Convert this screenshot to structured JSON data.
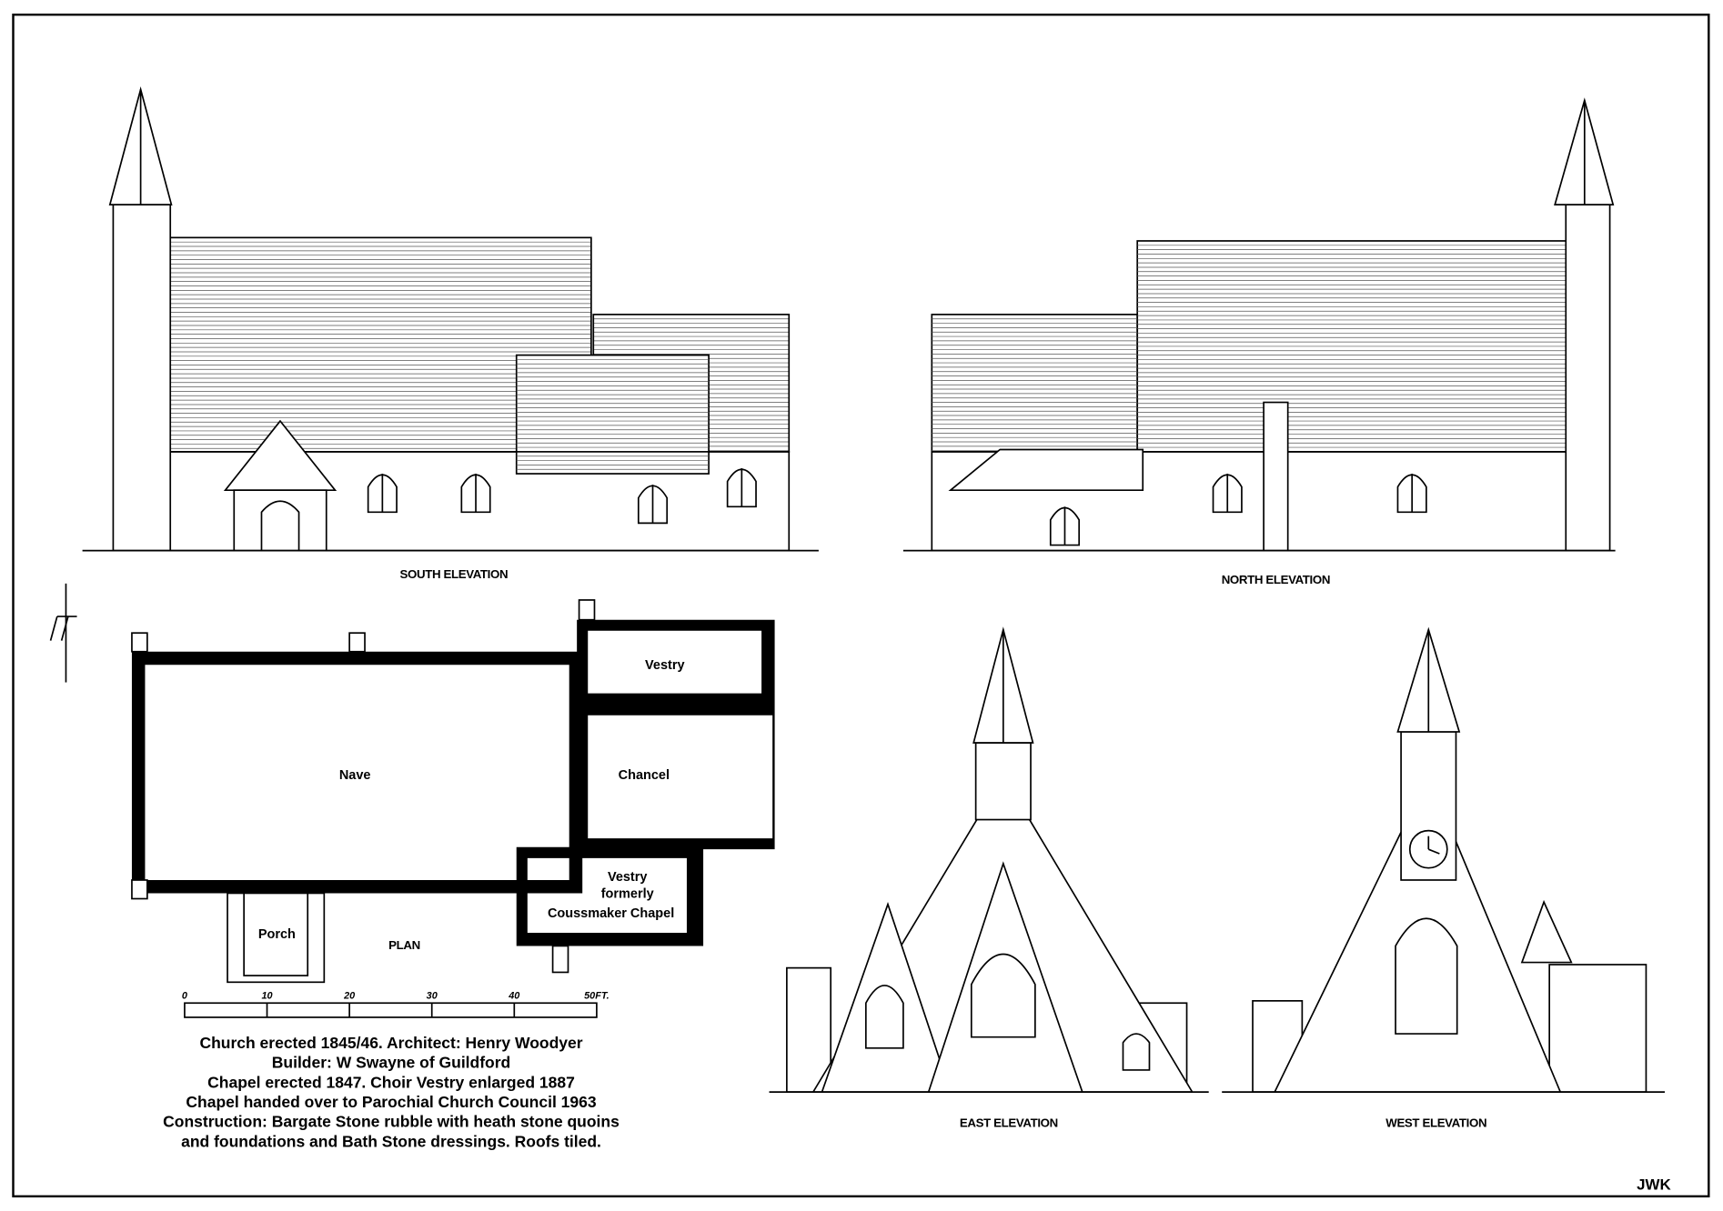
{
  "captions": {
    "south": "SOUTH ELEVATION",
    "north": "NORTH ELEVATION",
    "east": "EAST ELEVATION",
    "west": "WEST ELEVATION",
    "plan": "PLAN",
    "initials": "JWK"
  },
  "plan_rooms": {
    "nave": "Nave",
    "vestry": "Vestry",
    "chancel": "Chancel",
    "vestry_former_1": "Vestry",
    "vestry_former_2": "formerly",
    "vestry_former_3": "Coussmaker Chapel",
    "porch": "Porch"
  },
  "scale_bar": {
    "ticks": [
      "0",
      "10",
      "20",
      "30",
      "40",
      "50FT."
    ]
  },
  "notes": [
    "Church erected 1845/46.  Architect: Henry Woodyer",
    "Builder: W Swayne of Guildford",
    "Chapel erected 1847. Choir Vestry enlarged 1887",
    "Chapel handed over to Parochial Church Council 1963",
    "Construction: Bargate Stone rubble with heath stone quoins",
    "and foundations and Bath Stone dressings. Roofs tiled."
  ]
}
